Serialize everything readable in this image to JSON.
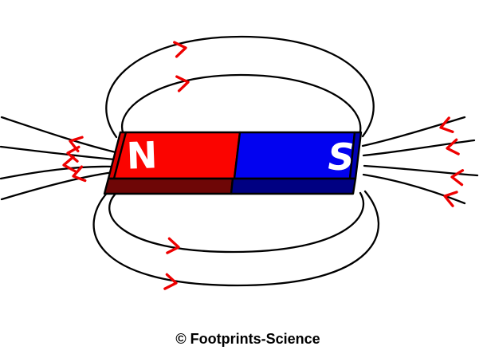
{
  "magnet": {
    "north_label": "N",
    "south_label": "S",
    "label_color": "#FFFFFF",
    "north_color": "#FB0400",
    "north_side_color": "#DD0000",
    "north_front_color": "#6E0606",
    "south_color": "#0202F0",
    "south_side_color": "#0000B4",
    "south_front_color": "#000082"
  },
  "field": {
    "line_color": "#000000",
    "arrow_color": "#EE0000",
    "top_loop_count": 2,
    "bottom_loop_count": 2,
    "left_line_count": 4,
    "right_line_count": 4,
    "arrows_point": {
      "top": "right",
      "bottom": "right",
      "left": "left",
      "right": "left"
    }
  },
  "footer": {
    "copyright": "© Footprints-Science",
    "color": "#000000"
  }
}
